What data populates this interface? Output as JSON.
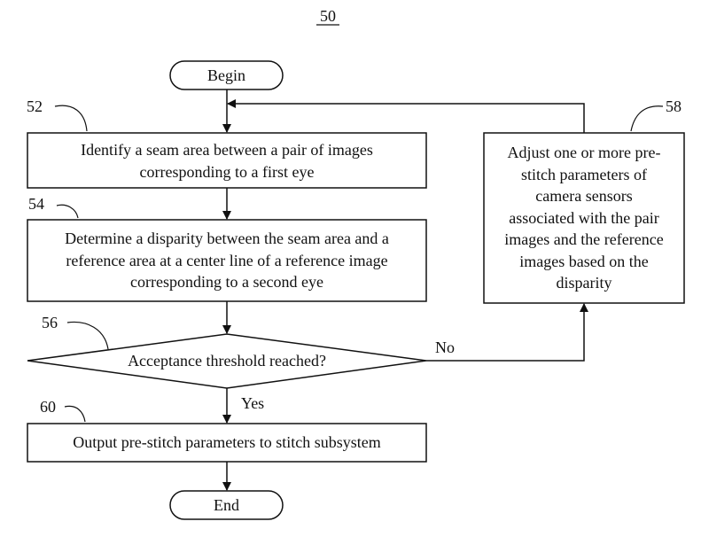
{
  "figure": {
    "number": "50"
  },
  "terminals": {
    "begin": "Begin",
    "end": "End"
  },
  "steps": {
    "s52": {
      "ref": "52",
      "lines": [
        "Identify a seam area between a pair of images",
        "corresponding to a first eye"
      ]
    },
    "s54": {
      "ref": "54",
      "lines": [
        "Determine a disparity between the seam area and a",
        "reference area at a center line of a reference image",
        "corresponding to a second eye"
      ]
    },
    "s56": {
      "ref": "56",
      "label": "Acceptance threshold reached?"
    },
    "s58": {
      "ref": "58",
      "lines": [
        "Adjust one or more pre-",
        "stitch parameters of",
        "camera sensors",
        "associated with the pair",
        "images and the reference",
        "images based on the",
        "disparity"
      ]
    },
    "s60": {
      "ref": "60",
      "lines": [
        "Output pre-stitch parameters to stitch subsystem"
      ]
    }
  },
  "branches": {
    "no": "No",
    "yes": "Yes"
  }
}
